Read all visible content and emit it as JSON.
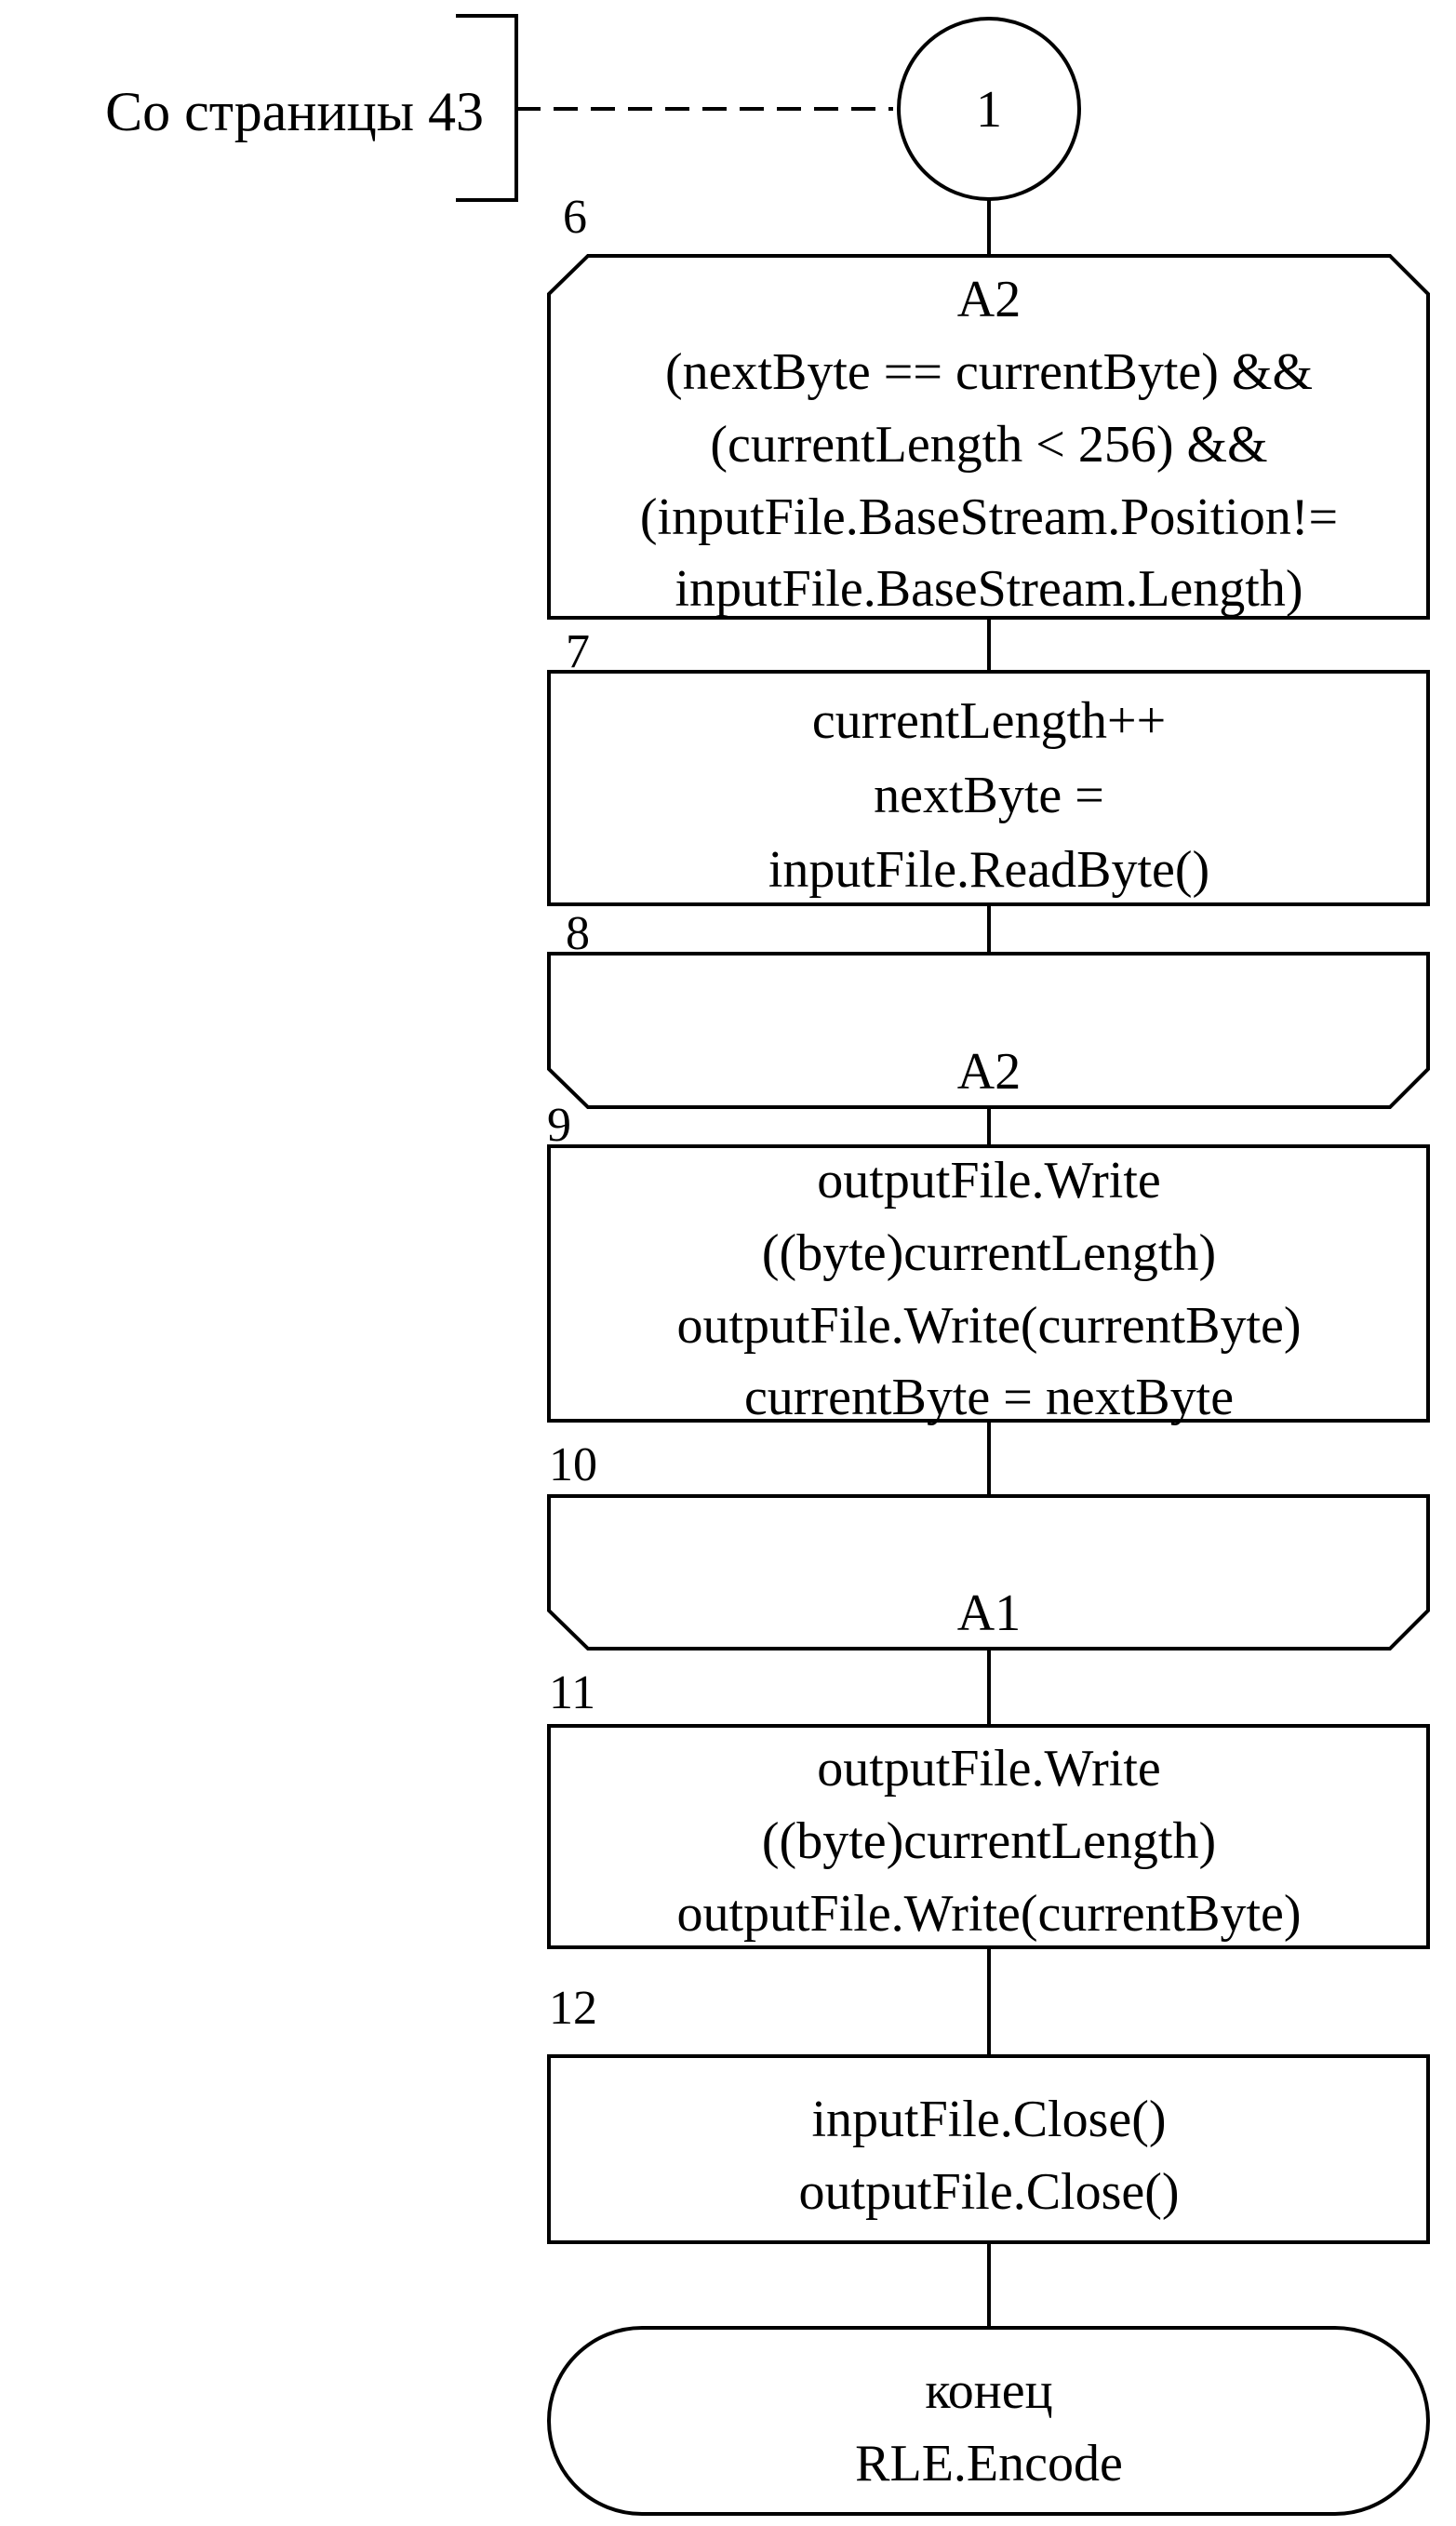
{
  "diagram": {
    "annotation": {
      "text": "Со страницы 43"
    },
    "connector": {
      "label": "1"
    },
    "blocks": [
      {
        "number": "6",
        "kind": "loop-start",
        "lines": [
          "A2",
          "(nextByte == currentByte) &&",
          "(currentLength < 256) &&",
          "(inputFile.BaseStream.Position!=",
          "inputFile.BaseStream.Length)"
        ]
      },
      {
        "number": "7",
        "kind": "process",
        "lines": [
          "currentLength++",
          "nextByte =",
          "inputFile.ReadByte()"
        ]
      },
      {
        "number": "8",
        "kind": "loop-end",
        "lines": [
          "A2"
        ]
      },
      {
        "number": "9",
        "kind": "process",
        "lines": [
          "outputFile.Write",
          "((byte)currentLength)",
          "outputFile.Write(currentByte)",
          "currentByte = nextByte"
        ]
      },
      {
        "number": "10",
        "kind": "loop-end",
        "lines": [
          "A1"
        ]
      },
      {
        "number": "11",
        "kind": "process",
        "lines": [
          "outputFile.Write",
          "((byte)currentLength)",
          "outputFile.Write(currentByte)"
        ]
      },
      {
        "number": "12",
        "kind": "process",
        "lines": [
          "inputFile.Close()",
          "outputFile.Close()"
        ]
      },
      {
        "number": "",
        "kind": "terminator",
        "lines": [
          "конец",
          "RLE.Encode"
        ]
      }
    ]
  }
}
